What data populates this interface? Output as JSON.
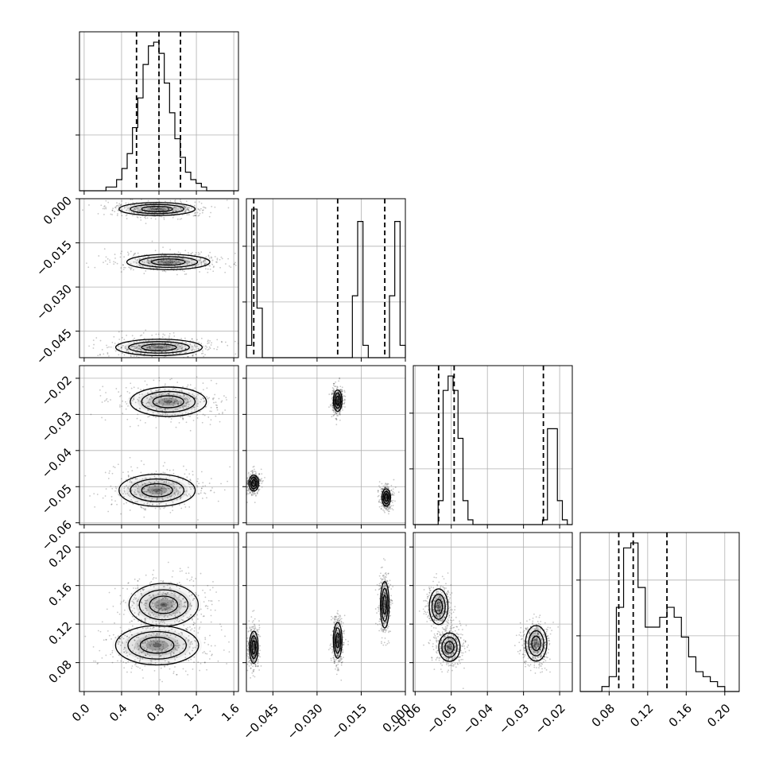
{
  "chart_data": {
    "type": "corner",
    "grid": true,
    "colors": {
      "line": "#000000",
      "grid": "#b0b0b0",
      "density": "#000000",
      "background": "#ffffff"
    },
    "parameters": [
      {
        "range": [
          -0.05,
          1.65
        ],
        "ticks": [
          0.0,
          0.4,
          0.8,
          1.2,
          1.6
        ],
        "tick_labels": [
          "0.0",
          "0.4",
          "0.8",
          "1.2",
          "1.6"
        ],
        "quantiles": [
          0.56,
          0.8,
          1.03
        ],
        "histogram": [
          0,
          0,
          0,
          0,
          0,
          1,
          1,
          3,
          6,
          10,
          17,
          25,
          34,
          39,
          40,
          37,
          29,
          21,
          14,
          9,
          5,
          3,
          2,
          1,
          0,
          0,
          0,
          0,
          0,
          0
        ]
      },
      {
        "range": [
          -0.054,
          -0.0
        ],
        "ticks": [
          -0.045,
          -0.03,
          -0.015,
          0.0
        ],
        "tick_labels": [
          "−0.045",
          "−0.030",
          "−0.015",
          "0.000"
        ],
        "quantiles": [
          -0.0515,
          -0.023,
          -0.007
        ],
        "histogram": [
          1,
          12,
          4,
          0,
          0,
          0,
          0,
          0,
          0,
          0,
          0,
          0,
          0,
          0,
          0,
          0,
          0,
          0,
          0,
          0,
          5,
          11,
          1,
          0,
          0,
          0,
          0,
          5,
          11,
          1
        ]
      },
      {
        "range": [
          -0.0605,
          -0.0165
        ],
        "ticks": [
          -0.06,
          -0.05,
          -0.04,
          -0.03,
          -0.02
        ],
        "tick_labels": [
          "−0.06",
          "−0.05",
          "−0.04",
          "−0.03",
          "−0.02"
        ],
        "quantiles": [
          -0.0535,
          -0.0492,
          -0.0245
        ],
        "histogram": [
          0,
          0,
          0,
          0,
          0,
          5,
          28,
          31,
          28,
          18,
          5,
          1,
          0,
          0,
          0,
          0,
          0,
          0,
          0,
          0,
          0,
          0,
          0,
          0,
          0,
          0,
          1,
          20,
          20,
          5,
          1,
          0
        ]
      },
      {
        "range": [
          0.05,
          0.215
        ],
        "ticks": [
          0.08,
          0.12,
          0.16,
          0.2
        ],
        "tick_labels": [
          "0.08",
          "0.12",
          "0.16",
          "0.20"
        ],
        "quantiles": [
          0.09,
          0.105,
          0.14
        ],
        "histogram": [
          0,
          0,
          0,
          1,
          3,
          17,
          29,
          30,
          21,
          13,
          13,
          15,
          17,
          15,
          11,
          7,
          4,
          3,
          2,
          1,
          0,
          0
        ]
      }
    ],
    "pair_clusters": [
      {
        "row": 1,
        "col": 0,
        "clusters": [
          {
            "x": 0.78,
            "y": -0.0035,
            "sx": 0.22,
            "sy": 0.0012
          },
          {
            "x": 0.9,
            "y": -0.0215,
            "sx": 0.24,
            "sy": 0.0014
          },
          {
            "x": 0.8,
            "y": -0.0505,
            "sx": 0.25,
            "sy": 0.0015
          }
        ]
      },
      {
        "row": 2,
        "col": 0,
        "clusters": [
          {
            "x": 0.9,
            "y": -0.0265,
            "sx": 0.22,
            "sy": 0.0022
          },
          {
            "x": 0.78,
            "y": -0.051,
            "sx": 0.22,
            "sy": 0.0024
          }
        ]
      },
      {
        "row": 2,
        "col": 1,
        "clusters": [
          {
            "x": -0.0515,
            "y": -0.049,
            "sx": 0.0009,
            "sy": 0.0012
          },
          {
            "x": -0.023,
            "y": -0.0262,
            "sx": 0.0008,
            "sy": 0.0016
          },
          {
            "x": -0.0065,
            "y": -0.053,
            "sx": 0.0008,
            "sy": 0.0013
          }
        ]
      },
      {
        "row": 3,
        "col": 0,
        "clusters": [
          {
            "x": 0.78,
            "y": 0.098,
            "sx": 0.24,
            "sy": 0.011
          },
          {
            "x": 0.85,
            "y": 0.14,
            "sx": 0.2,
            "sy": 0.012
          }
        ]
      },
      {
        "row": 3,
        "col": 1,
        "clusters": [
          {
            "x": -0.0515,
            "y": 0.096,
            "sx": 0.0008,
            "sy": 0.009
          },
          {
            "x": -0.023,
            "y": 0.103,
            "sx": 0.0008,
            "sy": 0.01
          },
          {
            "x": -0.007,
            "y": 0.14,
            "sx": 0.0008,
            "sy": 0.013
          }
        ]
      },
      {
        "row": 3,
        "col": 2,
        "clusters": [
          {
            "x": -0.0535,
            "y": 0.138,
            "sx": 0.0014,
            "sy": 0.01
          },
          {
            "x": -0.0505,
            "y": 0.096,
            "sx": 0.0016,
            "sy": 0.008
          },
          {
            "x": -0.0265,
            "y": 0.1,
            "sx": 0.0016,
            "sy": 0.01
          }
        ]
      }
    ]
  }
}
